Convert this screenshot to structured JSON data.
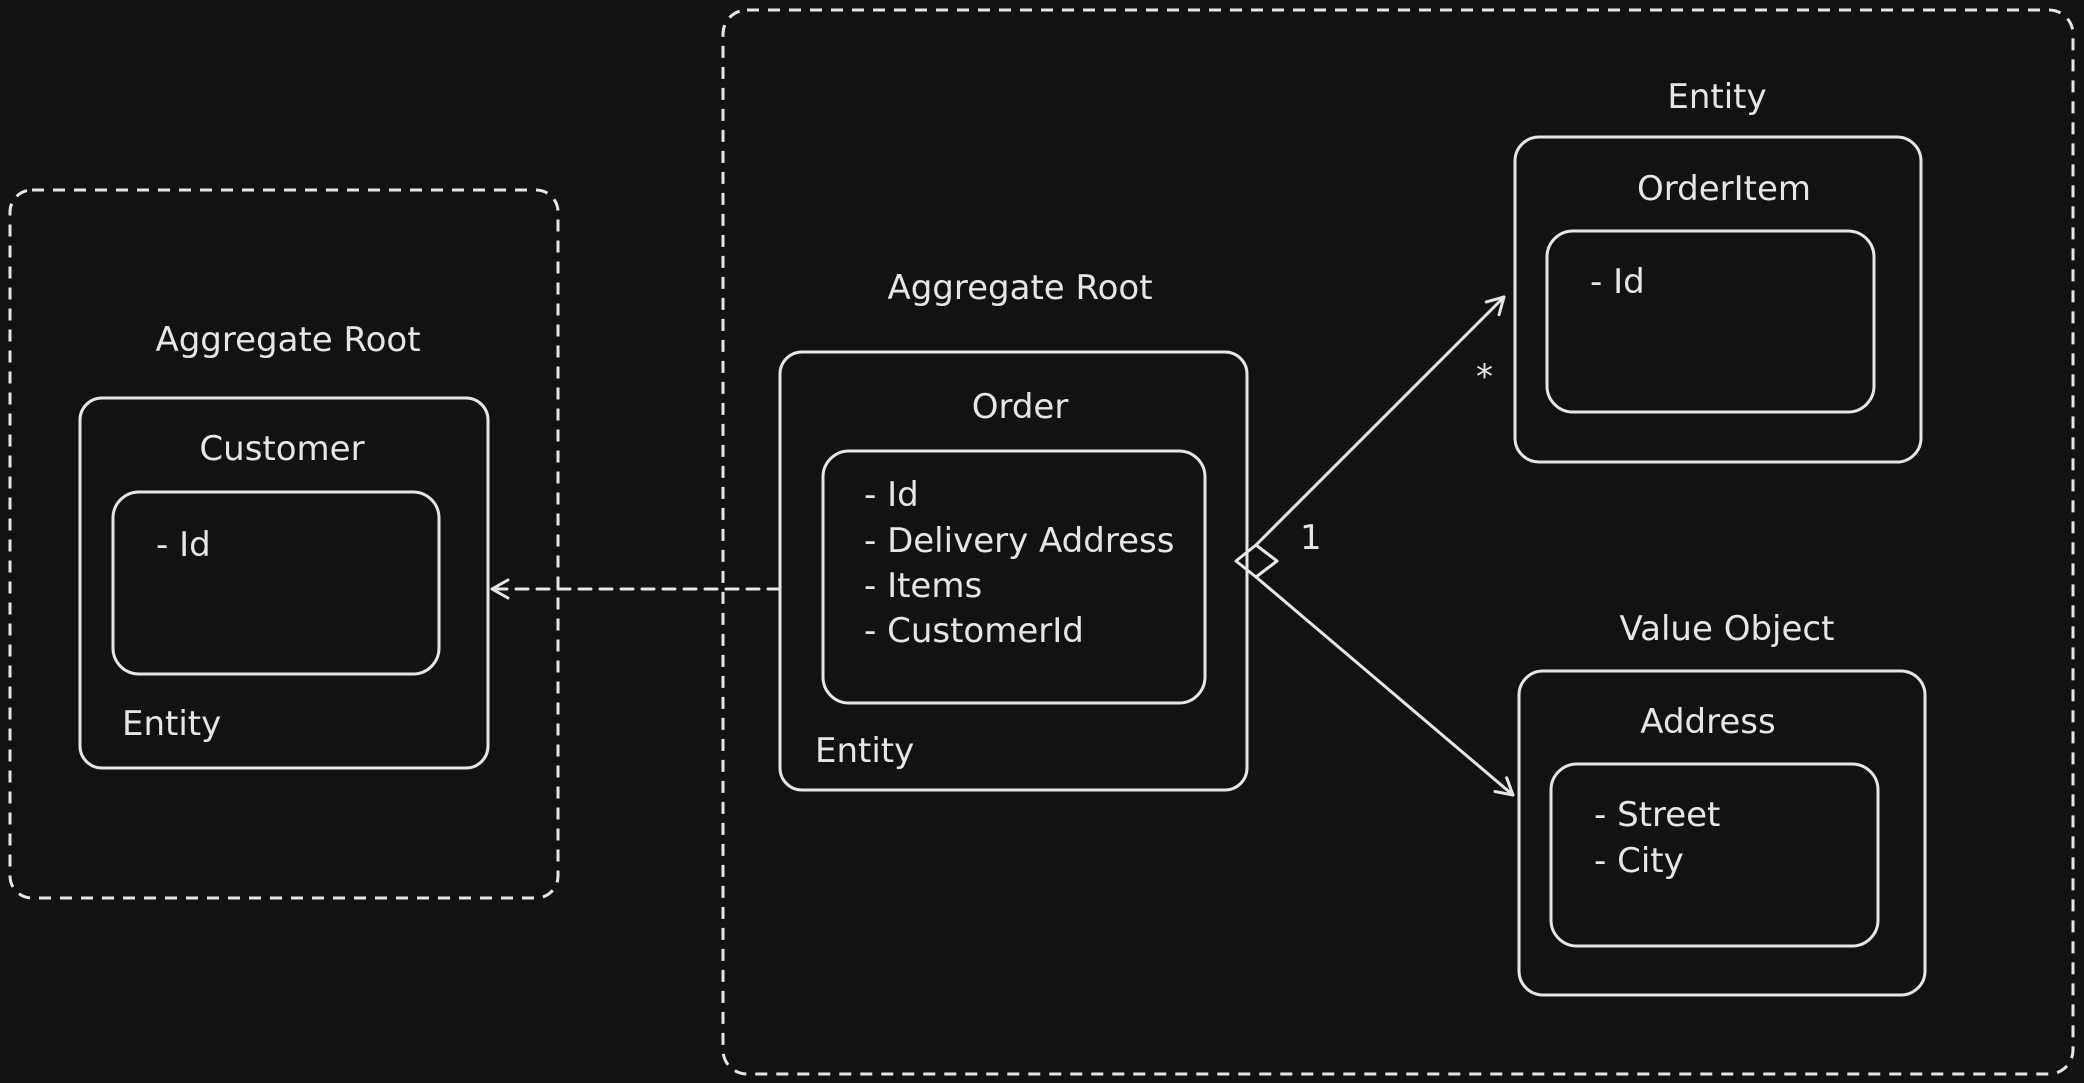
{
  "customer_context": {
    "stereotype": "Aggregate Root",
    "name": "Customer",
    "fields": [
      "- Id"
    ],
    "kind": "Entity"
  },
  "order_context": {
    "stereotype": "Aggregate Root",
    "name": "Order",
    "fields": [
      "- Id",
      "- Delivery Address",
      "- Items",
      "- CustomerId"
    ],
    "kind": "Entity"
  },
  "order_item": {
    "stereotype": "Entity",
    "name": "OrderItem",
    "fields": [
      "- Id"
    ]
  },
  "address": {
    "stereotype": "Value Object",
    "name": "Address",
    "fields": [
      "- Street",
      "- City"
    ]
  },
  "relations": {
    "aggregation_multiplicity": "1",
    "items_multiplicity": "*"
  }
}
